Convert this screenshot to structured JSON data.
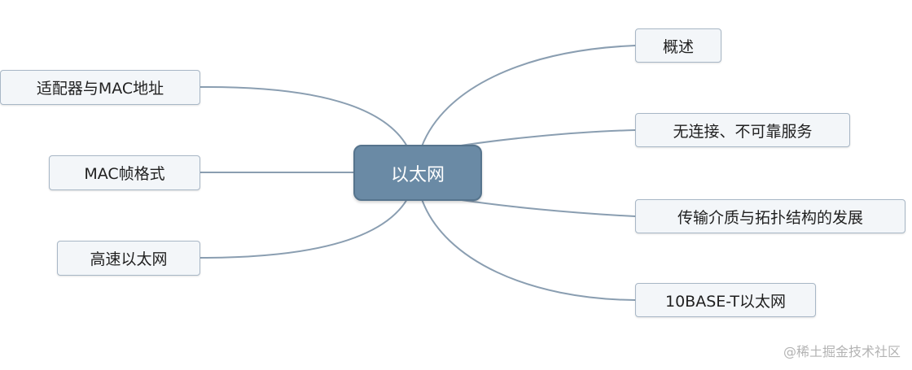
{
  "central_topic": "以太网",
  "right_topics": [
    "概述",
    "无连接、不可靠服务",
    "传输介质与拓扑结构的发展",
    "10BASE-T以太网"
  ],
  "left_topics": [
    "适配器与MAC地址",
    "MAC帧格式",
    "高速以太网"
  ],
  "watermark": "@稀土掘金技术社区",
  "colors": {
    "central_fill": "#6a8aa5",
    "topic_fill": "#f3f6f9",
    "topic_border": "#a8b7c6",
    "connector": "#8a9eb1"
  }
}
